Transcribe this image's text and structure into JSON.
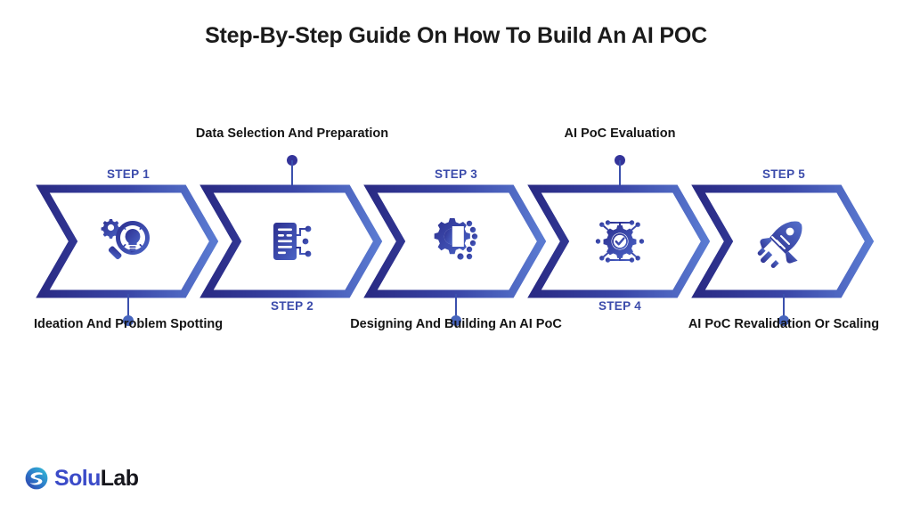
{
  "page": {
    "title": "Step-By-Step Guide On How To Build An AI POC",
    "background_color": "#ffffff",
    "accent_dark": "#2b2f8f",
    "accent_light": "#5a7ad1",
    "step_label_color": "#3b4bab",
    "text_color": "#141414"
  },
  "steps": [
    {
      "number_label": "STEP 1",
      "description": "Ideation And Problem Spotting",
      "label_position": "below",
      "icon": "magnifier-lightbulb-gear-icon"
    },
    {
      "number_label": "STEP 2",
      "description": "Data Selection And Preparation",
      "label_position": "above",
      "icon": "document-circuit-icon"
    },
    {
      "number_label": "STEP 3",
      "description": "Designing And Building An AI PoC",
      "label_position": "below",
      "icon": "gear-circuit-icon"
    },
    {
      "number_label": "STEP 4",
      "description": "AI PoC Evaluation",
      "label_position": "above",
      "icon": "gear-check-network-icon"
    },
    {
      "number_label": "STEP 5",
      "description": "AI PoC Revalidation Or Scaling",
      "label_position": "below",
      "icon": "rocket-icon"
    }
  ],
  "logo": {
    "mark": "solulab-swoosh-icon",
    "text_primary": "Solu",
    "text_secondary": "Lab",
    "color_primary": "#3b4bc8",
    "color_secondary": "#16161c"
  }
}
